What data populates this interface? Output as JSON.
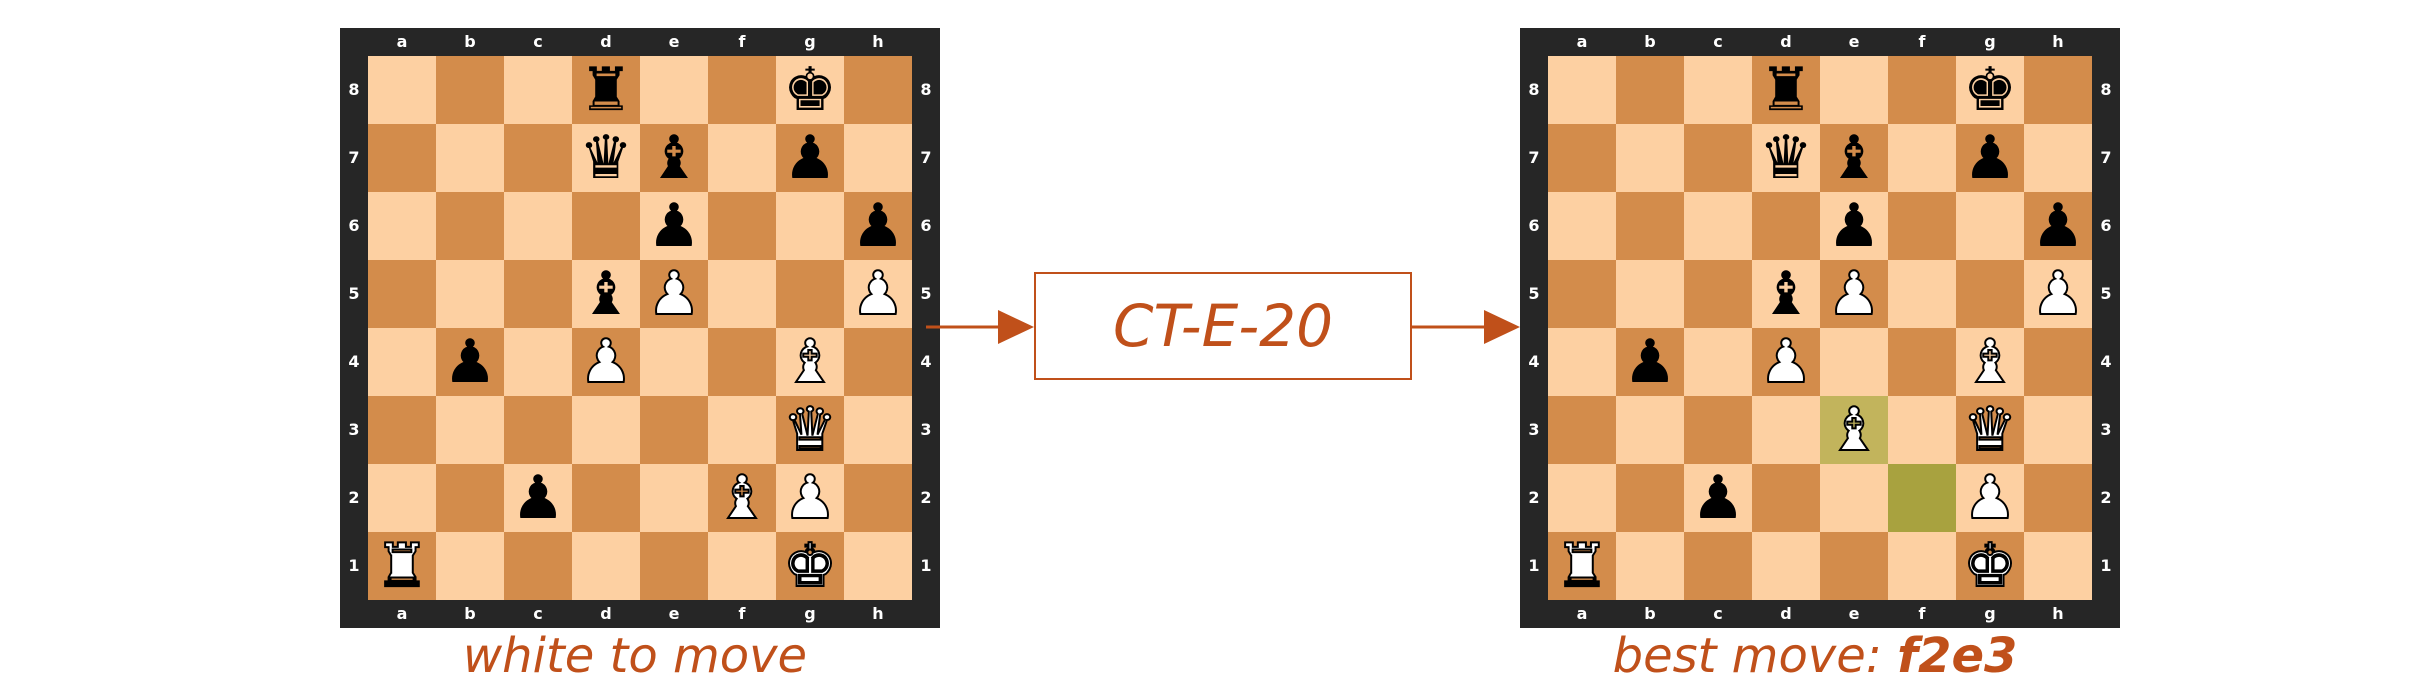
{
  "colors": {
    "light_square": "#fdd0a2",
    "dark_square": "#d38c4b",
    "border": "#262626",
    "highlight_from": "#a8a23f",
    "highlight_to": "#c2b45c",
    "accent": "#c0501a"
  },
  "files": [
    "a",
    "b",
    "c",
    "d",
    "e",
    "f",
    "g",
    "h"
  ],
  "ranks": [
    "8",
    "7",
    "6",
    "5",
    "4",
    "3",
    "2",
    "1"
  ],
  "left_board": {
    "caption": "white to move",
    "pieces": [
      {
        "sq": "d8",
        "type": "rook",
        "color": "black",
        "icon": "black-rook-icon"
      },
      {
        "sq": "g8",
        "type": "king",
        "color": "black",
        "icon": "black-king-icon"
      },
      {
        "sq": "d7",
        "type": "queen",
        "color": "black",
        "icon": "black-queen-icon"
      },
      {
        "sq": "e7",
        "type": "bishop",
        "color": "black",
        "icon": "black-bishop-icon"
      },
      {
        "sq": "g7",
        "type": "pawn",
        "color": "black",
        "icon": "black-pawn-icon"
      },
      {
        "sq": "e6",
        "type": "pawn",
        "color": "black",
        "icon": "black-pawn-icon"
      },
      {
        "sq": "h6",
        "type": "pawn",
        "color": "black",
        "icon": "black-pawn-icon"
      },
      {
        "sq": "d5",
        "type": "bishop",
        "color": "black",
        "icon": "black-bishop-icon"
      },
      {
        "sq": "e5",
        "type": "pawn",
        "color": "white",
        "icon": "white-pawn-icon"
      },
      {
        "sq": "h5",
        "type": "pawn",
        "color": "white",
        "icon": "white-pawn-icon"
      },
      {
        "sq": "b4",
        "type": "pawn",
        "color": "black",
        "icon": "black-pawn-icon"
      },
      {
        "sq": "d4",
        "type": "pawn",
        "color": "white",
        "icon": "white-pawn-icon"
      },
      {
        "sq": "g4",
        "type": "bishop",
        "color": "white",
        "icon": "white-bishop-icon"
      },
      {
        "sq": "g3",
        "type": "queen",
        "color": "white",
        "icon": "white-queen-icon"
      },
      {
        "sq": "c2",
        "type": "pawn",
        "color": "black",
        "icon": "black-pawn-icon"
      },
      {
        "sq": "f2",
        "type": "bishop",
        "color": "white",
        "icon": "white-bishop-icon"
      },
      {
        "sq": "g2",
        "type": "pawn",
        "color": "white",
        "icon": "white-pawn-icon"
      },
      {
        "sq": "a1",
        "type": "rook",
        "color": "white",
        "icon": "white-rook-icon"
      },
      {
        "sq": "g1",
        "type": "king",
        "color": "white",
        "icon": "white-king-icon"
      }
    ],
    "highlights": []
  },
  "right_board": {
    "caption_prefix": "best move: ",
    "caption_move": "f2e3",
    "pieces": [
      {
        "sq": "d8",
        "type": "rook",
        "color": "black",
        "icon": "black-rook-icon"
      },
      {
        "sq": "g8",
        "type": "king",
        "color": "black",
        "icon": "black-king-icon"
      },
      {
        "sq": "d7",
        "type": "queen",
        "color": "black",
        "icon": "black-queen-icon"
      },
      {
        "sq": "e7",
        "type": "bishop",
        "color": "black",
        "icon": "black-bishop-icon"
      },
      {
        "sq": "g7",
        "type": "pawn",
        "color": "black",
        "icon": "black-pawn-icon"
      },
      {
        "sq": "e6",
        "type": "pawn",
        "color": "black",
        "icon": "black-pawn-icon"
      },
      {
        "sq": "h6",
        "type": "pawn",
        "color": "black",
        "icon": "black-pawn-icon"
      },
      {
        "sq": "d5",
        "type": "bishop",
        "color": "black",
        "icon": "black-bishop-icon"
      },
      {
        "sq": "e5",
        "type": "pawn",
        "color": "white",
        "icon": "white-pawn-icon"
      },
      {
        "sq": "h5",
        "type": "pawn",
        "color": "white",
        "icon": "white-pawn-icon"
      },
      {
        "sq": "b4",
        "type": "pawn",
        "color": "black",
        "icon": "black-pawn-icon"
      },
      {
        "sq": "d4",
        "type": "pawn",
        "color": "white",
        "icon": "white-pawn-icon"
      },
      {
        "sq": "g4",
        "type": "bishop",
        "color": "white",
        "icon": "white-bishop-icon"
      },
      {
        "sq": "e3",
        "type": "bishop",
        "color": "white",
        "icon": "white-bishop-icon"
      },
      {
        "sq": "g3",
        "type": "queen",
        "color": "white",
        "icon": "white-queen-icon"
      },
      {
        "sq": "c2",
        "type": "pawn",
        "color": "black",
        "icon": "black-pawn-icon"
      },
      {
        "sq": "g2",
        "type": "pawn",
        "color": "white",
        "icon": "white-pawn-icon"
      },
      {
        "sq": "a1",
        "type": "rook",
        "color": "white",
        "icon": "white-rook-icon"
      },
      {
        "sq": "g1",
        "type": "king",
        "color": "white",
        "icon": "white-king-icon"
      }
    ],
    "highlights": [
      {
        "sq": "f2",
        "kind": "from"
      },
      {
        "sq": "e3",
        "kind": "to"
      }
    ]
  },
  "engine_box": {
    "label": "CT-E-20"
  }
}
